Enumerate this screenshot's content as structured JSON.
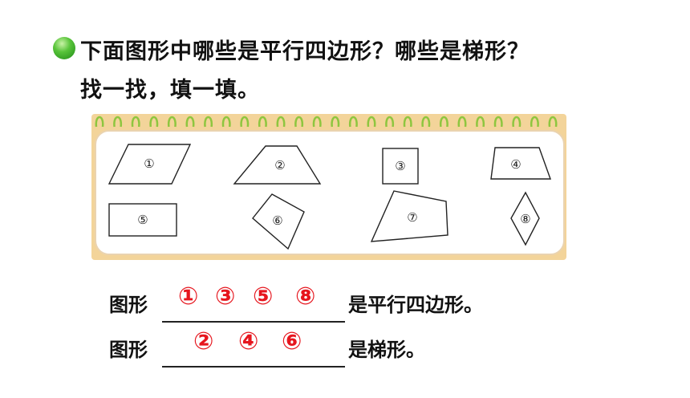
{
  "question": {
    "line1": "下面图形中哪些是平行四边形？哪些是梯形？",
    "line2": "找一找，填一填。"
  },
  "shapes": [
    {
      "label": "①"
    },
    {
      "label": "②"
    },
    {
      "label": "③"
    },
    {
      "label": "④"
    },
    {
      "label": "⑤"
    },
    {
      "label": "⑥"
    },
    {
      "label": "⑦"
    },
    {
      "label": "⑧"
    }
  ],
  "answers": {
    "prefix": "图形",
    "parallelogram": {
      "marks": [
        "①",
        "③",
        "⑤",
        "⑧"
      ],
      "suffix": "是平行四边形。"
    },
    "trapezoid": {
      "marks": [
        "②",
        "④",
        "⑥"
      ],
      "suffix": "是梯形。"
    }
  },
  "colors": {
    "board": "#f3d49a",
    "answer": "#e6161e",
    "bullet": "#4db82e",
    "ring": "#8ec63f"
  }
}
